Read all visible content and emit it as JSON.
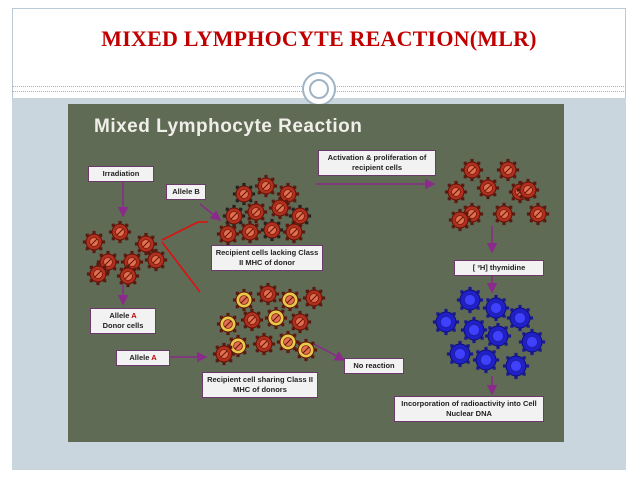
{
  "slide": {
    "title": "MIXED LYMPHOCYTE REACTION(MLR)"
  },
  "figure": {
    "title": "Mixed Lymphocyte Reaction",
    "labels": {
      "irradiation": "Irradiation",
      "allele_b": "Allele B",
      "activation": "Activation & proliferation of recipient cells",
      "recipient_lacking": "Recipient cells lacking Class II MHC of donor",
      "thymidine": "[ ³H] thymidine",
      "allele_a_donor_prefix": "Allele ",
      "allele_a_donor_letter": "A",
      "donor_cells": "Donor cells",
      "allele_a_prefix": "Allele ",
      "allele_a_letter": "A",
      "no_reaction": "No reaction",
      "recipient_sharing": "Recipient cell sharing Class II MHC of donors",
      "incorporation": "Incorporation of radioactivity into Cell Nuclear DNA"
    }
  },
  "colors": {
    "title_red": "#c00000",
    "figure_bg": "#5f6b55",
    "cell_red": "#b03020",
    "cell_blue": "#2020c8",
    "arrow_red": "#e01010",
    "arrow_purple": "#8a2a8a"
  }
}
